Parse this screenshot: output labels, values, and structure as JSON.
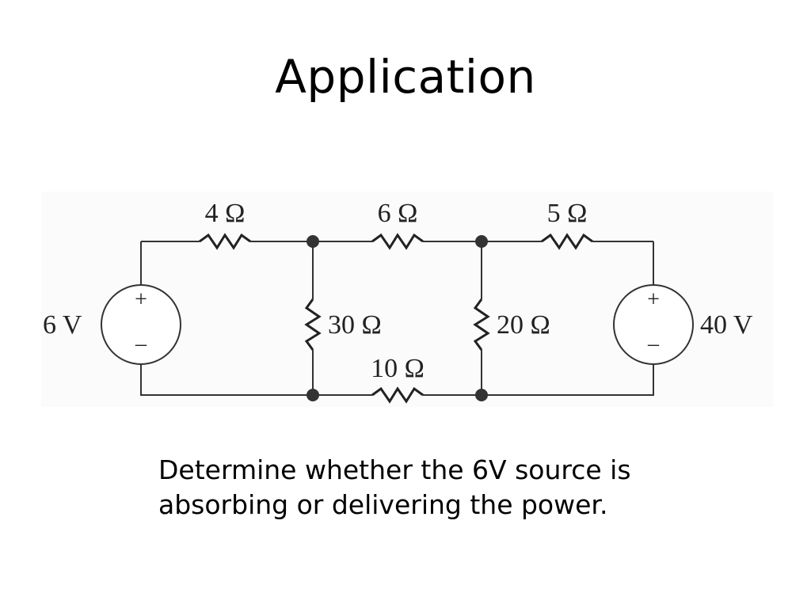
{
  "slide": {
    "title": "Application",
    "question": {
      "line1": "Determine whether the 6V source is",
      "line2": "absorbing or delivering the power."
    }
  },
  "circuit": {
    "resistors": {
      "r_top_left": "4 Ω",
      "r_top_middle": "6 Ω",
      "r_top_right": "5 Ω",
      "r_shunt_left": "30 Ω",
      "r_shunt_right": "20 Ω",
      "r_bottom_middle": "10 Ω"
    },
    "sources": {
      "left": {
        "label": "6 V",
        "plus": "+",
        "minus": "–"
      },
      "right": {
        "label": "40 V",
        "plus": "+",
        "minus": "–"
      }
    }
  }
}
